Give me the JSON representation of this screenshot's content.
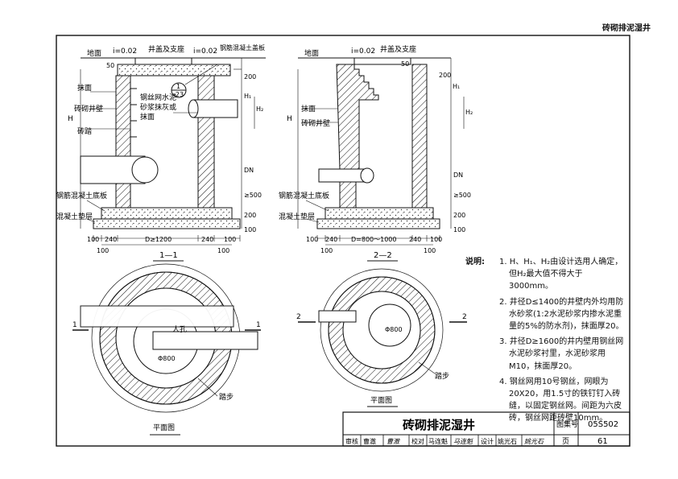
{
  "header": {
    "series_title": "砖砌排泥湿井"
  },
  "left_section": {
    "labels": {
      "ground": "地面",
      "slope_left": "i=0.02",
      "slope_right": "i=0.02",
      "cover": "井盖及支座",
      "slab_cover": "钢筋混凝土盖板",
      "plaster": "抹面",
      "brick_wall": "砖砌井壁",
      "footstep": "砖踏",
      "mesh_note_1": "钢丝网水泥",
      "mesh_note_2": "砂浆抹灰或",
      "mesh_note_3": "抹面",
      "base_slab": "钢筋混凝土底板",
      "cushion": "混凝土垫层",
      "callout_top": "1",
      "callout_bottom": "-23"
    },
    "dims": {
      "d50": "50",
      "d200": "200",
      "H": "H",
      "H1": "H₁",
      "H2": "H₂",
      "DN": "DN",
      "ge500": "≥500",
      "d200b": "200",
      "d100": "100",
      "bottom": [
        "100",
        "240",
        "D≥1200",
        "240",
        "100"
      ],
      "outer_100_left": "100",
      "outer_100_right": "100"
    },
    "section_name": "1—1"
  },
  "right_section": {
    "labels": {
      "ground": "地面",
      "slope": "i=0.02",
      "cover": "井盖及支座",
      "plaster": "抹面",
      "brick_wall": "砖砌井壁",
      "base_slab": "钢筋混凝土底板",
      "cushion": "混凝土垫层"
    },
    "dims": {
      "d50": "50",
      "d200": "200",
      "H": "H",
      "H1": "H₁",
      "H2": "H₂",
      "DN": "DN",
      "ge500": "≥500",
      "d200b": "200",
      "d100": "100",
      "bottom": [
        "100",
        "240",
        "D=800～1000",
        "240",
        "100"
      ],
      "outer_100_left": "100",
      "outer_100_right": "100"
    },
    "section_name": "2—2"
  },
  "plans": {
    "left": {
      "manhole": "人孔",
      "dim": "Φ800",
      "step": "踏步",
      "cut_left": "1",
      "cut_right": "1",
      "name": "平面图"
    },
    "right": {
      "dim": "Φ800",
      "step": "踏步",
      "cut_left": "2",
      "cut_right": "2",
      "name": "平面图"
    }
  },
  "notes": {
    "label": "说明:",
    "items": [
      "1. H、H₁、H₂由设计选用人确定，但H₂最大值不得大于3000mm。",
      "2. 井径D≤1400的井壁内外均用防水砂浆(1:2水泥砂浆内掺水泥重量的5%的防水剂)，抹面厚20。",
      "3. 井径D≥1600的井内壁用钢丝网水泥砂浆衬里，水泥砂浆用M10，抹面厚20。",
      "4. 钢丝网用10号钢丝，网眼为20X20，用1.5寸的铁钉钉入砖缝，以固定钢丝网。间距为六皮砖，钢丝网距砖壁10mm。"
    ]
  },
  "title_block": {
    "title": "砖砌排泥湿井",
    "atlas_label": "图集号",
    "atlas_no": "05S502",
    "review_label": "审核",
    "reviewer": "曹澈",
    "review_sign": "曹澈",
    "check_label": "校对",
    "checker": "马连魁",
    "check_sign": "马连魁",
    "design_label": "设计",
    "designer": "姚光石",
    "design_sign": "姚光石",
    "page_label": "页",
    "page_no": "61"
  }
}
